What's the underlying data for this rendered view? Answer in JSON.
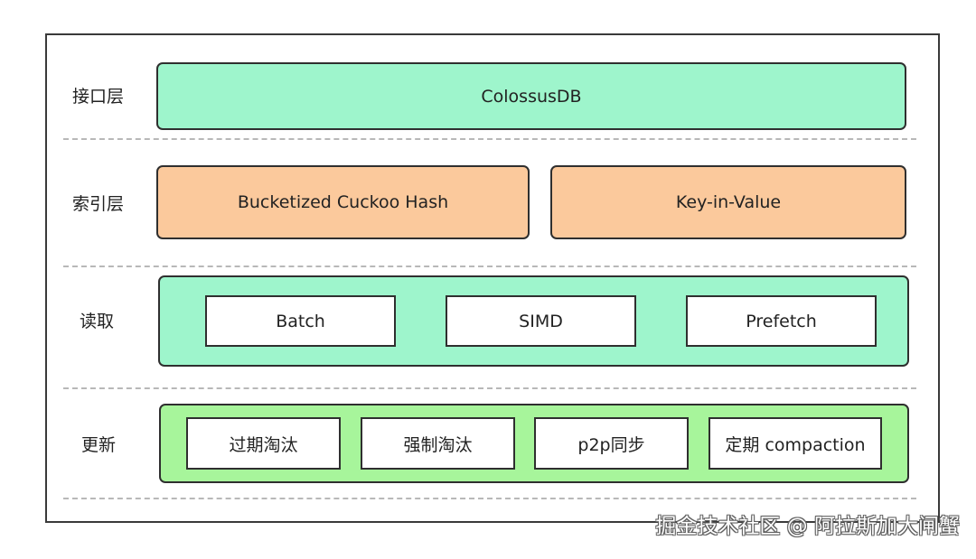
{
  "layers": {
    "interface": {
      "label": "接口层",
      "boxes": [
        "ColossusDB"
      ]
    },
    "index": {
      "label": "索引层",
      "boxes": [
        "Bucketized Cuckoo Hash",
        "Key-in-Value"
      ]
    },
    "read": {
      "label": "读取",
      "items": [
        "Batch",
        "SIMD",
        "Prefetch"
      ]
    },
    "update": {
      "label": "更新",
      "items": [
        "过期淘汰",
        "强制淘汰",
        "p2p同步",
        "定期 compaction"
      ]
    }
  },
  "watermark": "掘金技术社区 @ 阿拉斯加大闸蟹",
  "colors": {
    "interface_fill": "#9ef5cc",
    "index_fill": "#fbc99c",
    "read_fill": "#9ef5cc",
    "update_fill": "#a7f59b",
    "border": "#2f2f2f"
  }
}
